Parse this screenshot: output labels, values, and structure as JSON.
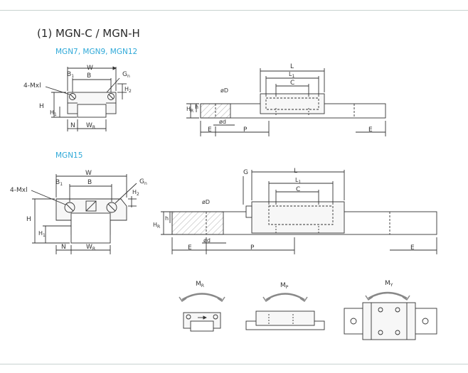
{
  "header": {
    "title": "(1) MGN-C / MGN-H"
  },
  "groups": [
    {
      "label": "MGN7, MGN9, MGN12"
    },
    {
      "label": "MGN15"
    }
  ],
  "labels": {
    "W": "W",
    "B": "B",
    "B1": "B",
    "B1_sub": "1",
    "G": "G",
    "Gn": "G",
    "Gn_sub": "n",
    "M": "4-Mxl",
    "H": "H",
    "H1": "H",
    "H1_sub": "1",
    "H2": "H",
    "H2_sub": "2",
    "N": "N",
    "WR": "W",
    "WR_sub": "R",
    "L": "L",
    "L1": "L",
    "L1_sub": "1",
    "C": "C",
    "D": "øD",
    "d": "ød",
    "h": "h",
    "HR": "H",
    "HR_sub": "R",
    "E": "E",
    "P": "P",
    "MR": "M",
    "MR_sub": "R",
    "MP": "M",
    "MP_sub": "P",
    "MY": "M",
    "MY_sub": "Y"
  },
  "colors": {
    "accent": "#2fa9d8",
    "line": "#333333",
    "hatch": "#777777",
    "fill": "#f7f7f7"
  }
}
